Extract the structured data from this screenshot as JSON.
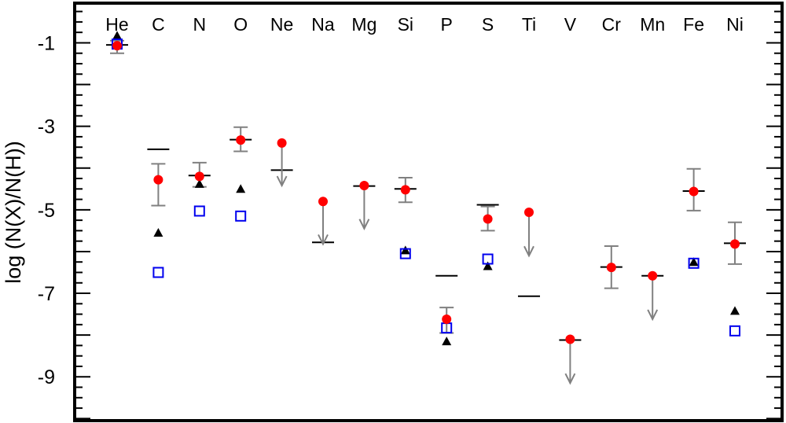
{
  "chart_data": {
    "type": "scatter",
    "title": "",
    "xlabel": "",
    "ylabel": "log (N(X)/N(H))",
    "ylim": [
      -10.05,
      -0.05
    ],
    "y_ticks": [
      -1,
      -3,
      -5,
      -7,
      -9
    ],
    "y_tick_labels": [
      "-1",
      "-3",
      "-5",
      "-7",
      "-9"
    ],
    "grid": false,
    "legend": "none",
    "categories": [
      "He",
      "C",
      "N",
      "O",
      "Ne",
      "Na",
      "Mg",
      "Si",
      "P",
      "S",
      "Ti",
      "V",
      "Cr",
      "Mn",
      "Fe",
      "Ni"
    ],
    "series": [
      {
        "marker": "filled-circle",
        "color": "#ff0000",
        "values": [
          -1.07,
          -4.28,
          -4.2,
          -3.33,
          -3.4,
          -4.8,
          -4.42,
          -4.52,
          -7.62,
          -5.22,
          -5.06,
          -8.1,
          -6.38,
          -6.58,
          -4.56,
          -5.82
        ],
        "error_low": [
          -1.25,
          -4.9,
          -4.45,
          -3.6,
          null,
          null,
          null,
          -4.82,
          -7.95,
          -5.5,
          null,
          null,
          -6.88,
          null,
          -5.02,
          -6.3
        ],
        "error_high": [
          -0.95,
          -3.9,
          -3.87,
          -3.02,
          null,
          null,
          null,
          -4.23,
          -7.34,
          -4.92,
          null,
          null,
          -5.87,
          null,
          -4.02,
          -5.3
        ],
        "upper_limit_to": [
          null,
          null,
          null,
          null,
          -4.42,
          -5.82,
          -5.45,
          null,
          null,
          null,
          -6.1,
          -9.15,
          null,
          -7.62,
          null,
          null
        ]
      },
      {
        "marker": "horizontal-dash",
        "color": "#000000",
        "values": [
          -1.05,
          -3.55,
          -4.18,
          -3.32,
          -4.05,
          -5.78,
          -4.43,
          -4.5,
          -6.58,
          -4.88,
          -7.07,
          -8.12,
          -6.37,
          -6.58,
          -4.55,
          -5.8
        ]
      },
      {
        "marker": "filled-triangle",
        "color": "#000000",
        "values": [
          -0.83,
          -5.55,
          -4.38,
          -4.5,
          null,
          null,
          null,
          -5.97,
          -8.15,
          -6.35,
          null,
          null,
          null,
          null,
          -6.25,
          -7.42
        ]
      },
      {
        "marker": "open-square",
        "color": "#0000ee",
        "values": [
          -1.03,
          -6.5,
          -5.03,
          -5.15,
          null,
          null,
          null,
          -6.05,
          -7.83,
          -6.18,
          null,
          null,
          null,
          null,
          -6.28,
          -7.9
        ]
      }
    ]
  }
}
